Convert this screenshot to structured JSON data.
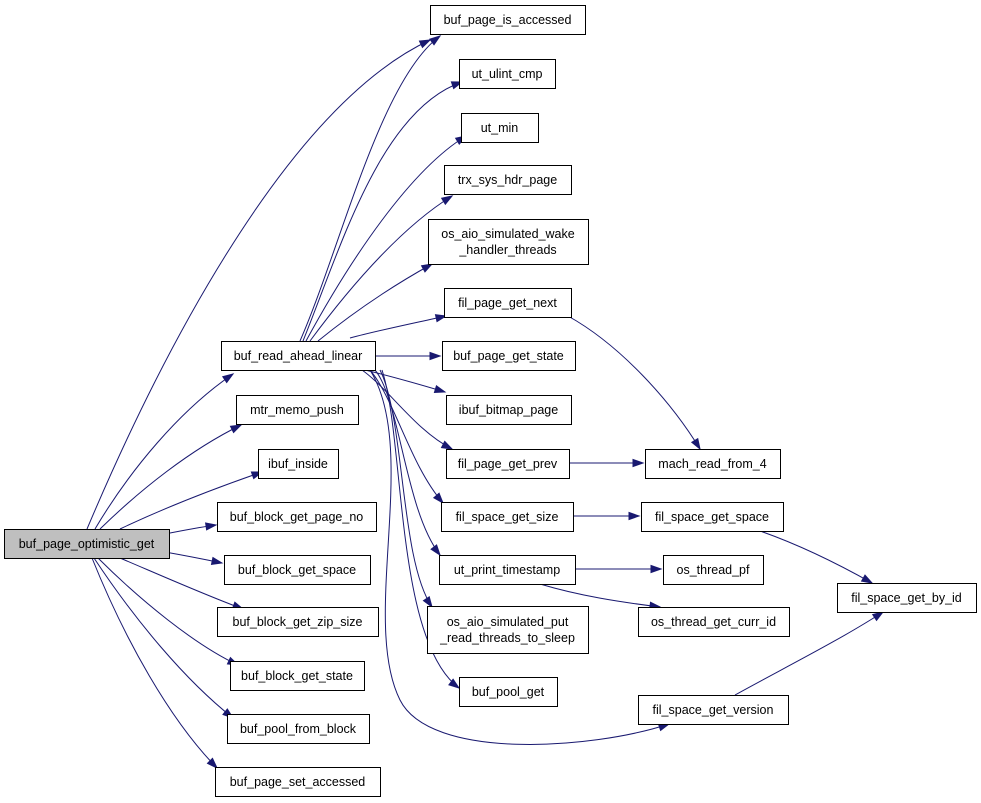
{
  "graph": {
    "root": "buf_page_optimistic_get",
    "nodes": [
      {
        "id": "buf_page_optimistic_get",
        "lines": [
          "buf_page_optimistic_get"
        ],
        "highlight": true
      },
      {
        "id": "buf_page_is_accessed",
        "lines": [
          "buf_page_is_accessed"
        ]
      },
      {
        "id": "ut_ulint_cmp",
        "lines": [
          "ut_ulint_cmp"
        ]
      },
      {
        "id": "ut_min",
        "lines": [
          "ut_min"
        ]
      },
      {
        "id": "trx_sys_hdr_page",
        "lines": [
          "trx_sys_hdr_page"
        ]
      },
      {
        "id": "os_aio_simulated_wake_handler_threads",
        "lines": [
          "os_aio_simulated_wake",
          "_handler_threads"
        ]
      },
      {
        "id": "fil_page_get_next",
        "lines": [
          "fil_page_get_next"
        ]
      },
      {
        "id": "buf_read_ahead_linear",
        "lines": [
          "buf_read_ahead_linear"
        ]
      },
      {
        "id": "buf_page_get_state",
        "lines": [
          "buf_page_get_state"
        ]
      },
      {
        "id": "mtr_memo_push",
        "lines": [
          "mtr_memo_push"
        ]
      },
      {
        "id": "ibuf_bitmap_page",
        "lines": [
          "ibuf_bitmap_page"
        ]
      },
      {
        "id": "fil_page_get_prev",
        "lines": [
          "fil_page_get_prev"
        ]
      },
      {
        "id": "mach_read_from_4",
        "lines": [
          "mach_read_from_4"
        ]
      },
      {
        "id": "ibuf_inside",
        "lines": [
          "ibuf_inside"
        ]
      },
      {
        "id": "buf_block_get_page_no",
        "lines": [
          "buf_block_get_page_no"
        ]
      },
      {
        "id": "fil_space_get_size",
        "lines": [
          "fil_space_get_size"
        ]
      },
      {
        "id": "fil_space_get_space",
        "lines": [
          "fil_space_get_space"
        ]
      },
      {
        "id": "buf_block_get_space",
        "lines": [
          "buf_block_get_space"
        ]
      },
      {
        "id": "ut_print_timestamp",
        "lines": [
          "ut_print_timestamp"
        ]
      },
      {
        "id": "os_thread_pf",
        "lines": [
          "os_thread_pf"
        ]
      },
      {
        "id": "fil_space_get_by_id",
        "lines": [
          "fil_space_get_by_id"
        ]
      },
      {
        "id": "buf_block_get_zip_size",
        "lines": [
          "buf_block_get_zip_size"
        ]
      },
      {
        "id": "os_aio_simulated_put_read_threads_to_sleep",
        "lines": [
          "os_aio_simulated_put",
          "_read_threads_to_sleep"
        ]
      },
      {
        "id": "os_thread_get_curr_id",
        "lines": [
          "os_thread_get_curr_id"
        ]
      },
      {
        "id": "buf_block_get_state",
        "lines": [
          "buf_block_get_state"
        ]
      },
      {
        "id": "buf_pool_get",
        "lines": [
          "buf_pool_get"
        ]
      },
      {
        "id": "fil_space_get_version",
        "lines": [
          "fil_space_get_version"
        ]
      },
      {
        "id": "buf_pool_from_block",
        "lines": [
          "buf_pool_from_block"
        ]
      },
      {
        "id": "buf_page_set_accessed",
        "lines": [
          "buf_page_set_accessed"
        ]
      }
    ],
    "edges": [
      {
        "from": "buf_page_optimistic_get",
        "to": "buf_page_is_accessed"
      },
      {
        "from": "buf_page_optimistic_get",
        "to": "buf_read_ahead_linear"
      },
      {
        "from": "buf_page_optimistic_get",
        "to": "mtr_memo_push"
      },
      {
        "from": "buf_page_optimistic_get",
        "to": "ibuf_inside"
      },
      {
        "from": "buf_page_optimistic_get",
        "to": "buf_block_get_page_no"
      },
      {
        "from": "buf_page_optimistic_get",
        "to": "buf_block_get_space"
      },
      {
        "from": "buf_page_optimistic_get",
        "to": "buf_block_get_zip_size"
      },
      {
        "from": "buf_page_optimistic_get",
        "to": "buf_block_get_state"
      },
      {
        "from": "buf_page_optimistic_get",
        "to": "buf_pool_from_block"
      },
      {
        "from": "buf_page_optimistic_get",
        "to": "buf_page_set_accessed"
      },
      {
        "from": "buf_read_ahead_linear",
        "to": "buf_page_is_accessed"
      },
      {
        "from": "buf_read_ahead_linear",
        "to": "ut_ulint_cmp"
      },
      {
        "from": "buf_read_ahead_linear",
        "to": "ut_min"
      },
      {
        "from": "buf_read_ahead_linear",
        "to": "trx_sys_hdr_page"
      },
      {
        "from": "buf_read_ahead_linear",
        "to": "os_aio_simulated_wake_handler_threads"
      },
      {
        "from": "buf_read_ahead_linear",
        "to": "fil_page_get_next"
      },
      {
        "from": "buf_read_ahead_linear",
        "to": "buf_page_get_state"
      },
      {
        "from": "buf_read_ahead_linear",
        "to": "ibuf_bitmap_page"
      },
      {
        "from": "buf_read_ahead_linear",
        "to": "fil_page_get_prev"
      },
      {
        "from": "buf_read_ahead_linear",
        "to": "fil_space_get_size"
      },
      {
        "from": "buf_read_ahead_linear",
        "to": "ut_print_timestamp"
      },
      {
        "from": "buf_read_ahead_linear",
        "to": "os_aio_simulated_put_read_threads_to_sleep"
      },
      {
        "from": "buf_read_ahead_linear",
        "to": "buf_pool_get"
      },
      {
        "from": "buf_read_ahead_linear",
        "to": "fil_space_get_version"
      },
      {
        "from": "fil_page_get_next",
        "to": "mach_read_from_4"
      },
      {
        "from": "fil_page_get_prev",
        "to": "mach_read_from_4"
      },
      {
        "from": "fil_space_get_size",
        "to": "fil_space_get_space"
      },
      {
        "from": "fil_space_get_space",
        "to": "fil_space_get_by_id"
      },
      {
        "from": "ut_print_timestamp",
        "to": "os_thread_pf"
      },
      {
        "from": "ut_print_timestamp",
        "to": "os_thread_get_curr_id"
      },
      {
        "from": "fil_space_get_version",
        "to": "fil_space_get_by_id"
      }
    ]
  }
}
